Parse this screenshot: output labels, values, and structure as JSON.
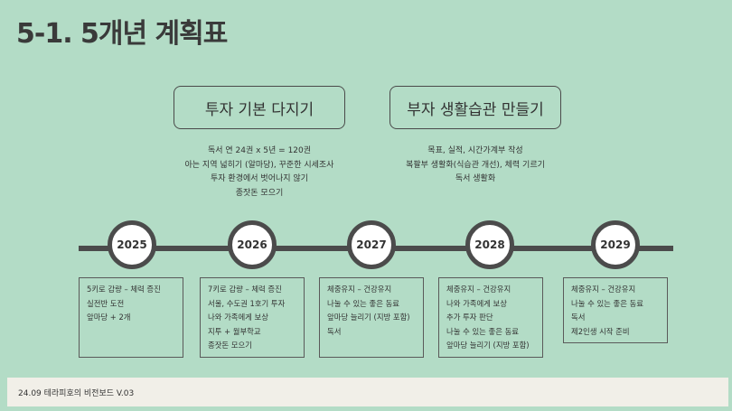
{
  "title": "5-1. 5개년 계획표",
  "goals": [
    {
      "label": "투자 기본 다지기",
      "details": [
        "독서 연 24권 x 5년 = 120권",
        "아는 지역 넓히기 (알마당), 꾸준한 시세조사",
        "투자 환경에서 벗어나지 않기",
        "종잣돈 모으기"
      ]
    },
    {
      "label": "부자 생활습관 만들기",
      "details": [
        "목표, 실적, 시간가계부 작성",
        "복팔부 생활화(식습관 개선), 체력 기르기",
        "독서 생활화"
      ]
    }
  ],
  "years": [
    {
      "year": "2025",
      "items": [
        "5키로 감량 – 체력 증진",
        "실전반 도전",
        "앞마당 + 2개"
      ]
    },
    {
      "year": "2026",
      "items": [
        "7키로 감량 – 체력 증진",
        "서울, 수도권 1호기 투자",
        "나와 가족에게 보상",
        "지투 + 월부학교",
        "종잣돈 모으기"
      ]
    },
    {
      "year": "2027",
      "items": [
        "체중유지 – 건강유지",
        "나눌 수 있는 좋은 동료",
        "앞마당 늘리기 (지방 포함)",
        "독서"
      ]
    },
    {
      "year": "2028",
      "items": [
        "체중유지 – 건강유지",
        "나와 가족에게 보상",
        "추가 투자 판단",
        "나눌 수 있는 좋은 동료",
        "앞마당 늘리기 (지방 포함)"
      ]
    },
    {
      "year": "2029",
      "items": [
        "체중유지 – 건강유지",
        "나눌 수 있는 좋은 동료",
        "독서",
        "제2인생 시작 준비"
      ]
    }
  ],
  "footer": "24.09  테라피호의 비전보드 V.03",
  "colors": {
    "background": "#b3dcc6",
    "timeline": "#4b4b4b",
    "footer_bg": "#f1efe8"
  }
}
